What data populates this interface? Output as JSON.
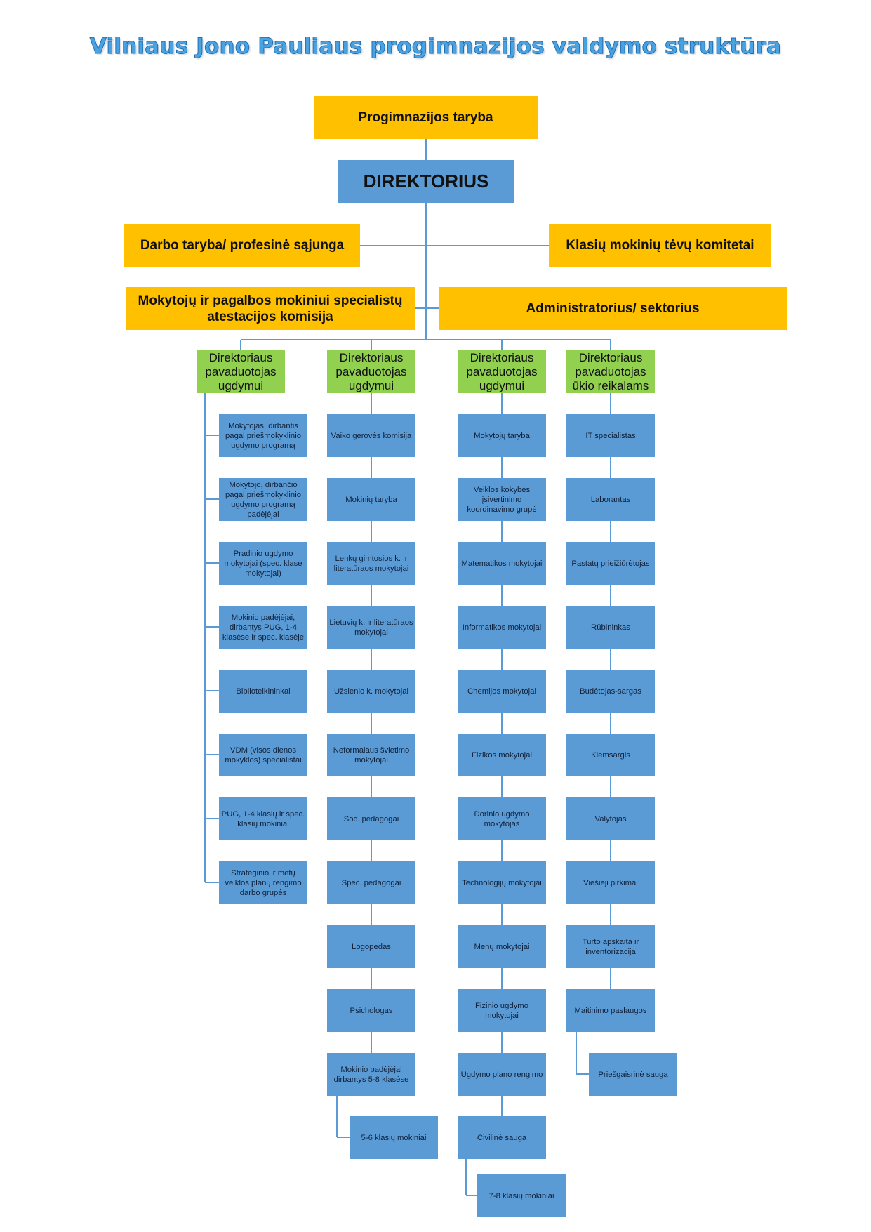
{
  "title": "Vilniaus Jono Pauliaus progimnazijos valdymo struktūra",
  "colors": {
    "title": "#4aa3e0",
    "council": "#ffc000",
    "director": "#5b9bd5",
    "deputy": "#92d050",
    "unit": "#5b9bd5",
    "connector": "#5b9bd5"
  },
  "top": {
    "council": "Progimnazijos taryba",
    "director": "DIREKTORIUS",
    "left_1": "Darbo taryba/ profesinė sąjunga",
    "right_1": "Klasių mokinių tėvų komitetai",
    "left_2": "Mokytojų ir pagalbos mokiniui specialistų atestacijos komisija",
    "right_2": "Administratorius/ sektorius"
  },
  "columns": [
    {
      "head": "Direktoriaus pavaduotojas ugdymui",
      "items": [
        "Mokytojas, dirbantis pagal priešmokyklinio ugdymo programą",
        "Mokytojo, dirbančio pagal priešmokyklinio ugdymo programą padėjėjai",
        "Pradinio ugdymo mokytojai (spec. klasė mokytojai)",
        "Mokinio padėjėjai, dirbantys PUG, 1-4 klasėse ir spec. klasėje",
        "Biblioteikininkai",
        "VDM (visos dienos mokyklos) specialistai",
        "PUG, 1-4 klasių ir spec. klasių mokiniai",
        "Strateginio ir metų veiklos planų rengimo darbo grupės"
      ]
    },
    {
      "head": "Direktoriaus pavaduotojas ugdymui",
      "items": [
        "Vaiko gerovės komisija",
        "Mokinių taryba",
        "Lenkų gimtosios k. ir literatūraos mokytojai",
        "Lietuvių k. ir literatūraos mokytojai",
        "Užsienio k. mokytojai",
        "Neformalaus švietimo mokytojai",
        "Soc. pedagogai",
        "Spec. pedagogai",
        "Logopedas",
        "Psichologas",
        "Mokinio padėjėjai dirbantys 5-8 klasėse"
      ],
      "sub": "5-6 klasių mokiniai"
    },
    {
      "head": "Direktoriaus pavaduotojas ugdymui",
      "items": [
        "Mokytojų taryba",
        "Veiklos kokybės įsivertinimo koordinavimo grupė",
        "Matematikos mokytojai",
        "Informatikos mokytojai",
        "Chemijos mokytojai",
        "Fizikos mokytojai",
        "Dorinio ugdymo mokytojas",
        "Technologijų mokytojai",
        "Menų mokytojai",
        "Fizinio ugdymo mokytojai",
        "Ugdymo plano rengimo",
        "Civilinė sauga"
      ],
      "sub": "7-8 klasių mokiniai"
    },
    {
      "head": "Direktoriaus pavaduotojas ūkio reikalams",
      "items": [
        "IT specialistas",
        "Laborantas",
        "Pastatų prieižiūrėtojas",
        "Rūbininkas",
        "Budėtojas-sargas",
        "Kiemsargis",
        "Valytojas",
        "Viešieji pirkimai",
        "Turto apskaita ir inventorizacija",
        "Maitinimo paslaugos"
      ],
      "sub": "Priešgaisrinė sauga"
    }
  ]
}
